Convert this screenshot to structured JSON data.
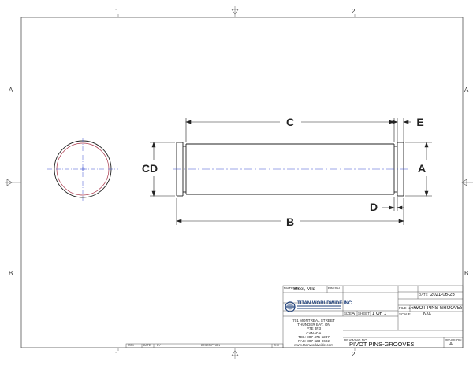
{
  "zones": {
    "columns": [
      "1",
      "2"
    ],
    "rows": [
      "A",
      "B"
    ]
  },
  "dimensions": {
    "c": "C",
    "e": "E",
    "cd": "CD",
    "a": "A",
    "d": "D",
    "b": "B"
  },
  "title_block": {
    "material_label": "MATERIAL",
    "material": "Steel, Mild",
    "finish_label": "FINISH",
    "date_label": "DATE",
    "date": "2021-06-25",
    "size_label": "SIZE",
    "size": "A",
    "sheet_label": "SHEET",
    "sheet": "1 OF 1",
    "scale_label": "SCALE",
    "scale": "N/A",
    "file_name_label": "FILE NAME",
    "file_name": "PIVOT PINS-GROOVES.idw",
    "drawing_no_label": "DRAWING NO.",
    "drawing_no": "PIVOT PINS-GROOVES",
    "revision_label": "REVISION",
    "revision": "A",
    "company_name": "TITAN WORLDWIDE INC.",
    "address": [
      "701 MONTREAL STREET",
      "THUNDER BAY, ON",
      "P7E 3P3",
      "CANADA",
      "TEL: 807-475-5237",
      "FAX: 807-623-9692",
      "www.titanworldwide.com"
    ],
    "rev_headers": [
      "REV",
      "DATE",
      "BY",
      "DESCRIPTION",
      "CHK"
    ]
  },
  "colors": {
    "line": "#222222",
    "centerline": "#3a4fd0",
    "hidden_circle": "#a8364a",
    "logo_blue": "#1d3f7a"
  }
}
